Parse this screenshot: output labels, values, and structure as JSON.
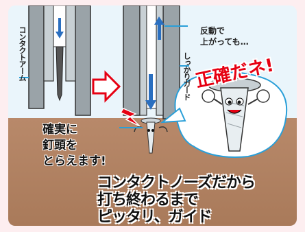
{
  "labels": {
    "contact_arm": "コンタクトアーム",
    "recoil_line1": "反動で",
    "recoil_line2": "上がっても…",
    "firm_guard": "しっかりガード",
    "exclaim": "正確だネ!",
    "capture_line1": "確実に",
    "capture_line2": "釘頭を",
    "capture_line3": "とらえます!",
    "headline_line1": "コンタクトノーズだから",
    "headline_line2": "打ち終わるまで",
    "headline_line3": "ピッタリ、ガイド"
  },
  "colors": {
    "background": "#fdeef0",
    "panel": "#eaf5fb",
    "ground": "#b08060",
    "arrow": "#e60012",
    "guide_metal": "#9aa3a8",
    "up_arrow": "#2a6fc0"
  },
  "icons": {
    "transition_arrow": "right-arrow-icon",
    "impact_spark": "lightning-icon"
  }
}
